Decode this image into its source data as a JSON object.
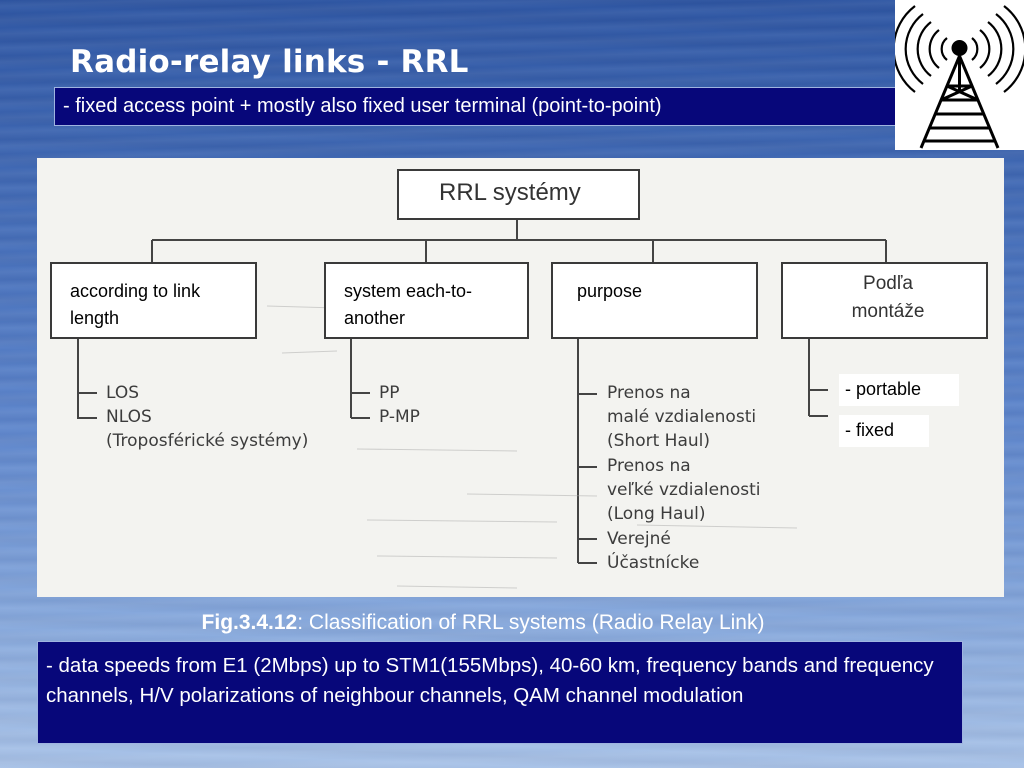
{
  "slide": {
    "title": "Radio-relay links  - RRL",
    "subtitle": "- fixed access point + mostly also fixed user terminal (point-to-point)",
    "logo_icon": "radio-tower-icon"
  },
  "diagram": {
    "root": "RRL systémy",
    "categories": [
      {
        "label": "according to link length",
        "items": [
          "LOS",
          "NLOS",
          "(Troposférické systémy)"
        ]
      },
      {
        "label": "system each-to-another",
        "items": [
          "PP",
          "P-MP"
        ]
      },
      {
        "label": "purpose",
        "items": [
          "Prenos na",
          "malé vzdialenosti",
          "(Short Haul)",
          "Prenos na",
          "veľké vzdialenosti",
          "(Long Haul)",
          "Verejné",
          "Účastnícke"
        ]
      },
      {
        "label": "Podľa montáže",
        "items": [
          "- portable",
          "- fixed"
        ]
      }
    ]
  },
  "caption": {
    "fig": "Fig.3.4.12",
    "text": ": Classification of  RRL systems (Radio Relay Link)"
  },
  "notes": {
    "text": "- data speeds from E1 (2Mbps) up to STM1(155Mbps), 40-60 km, frequency bands and frequency channels,  H/V polarizations of neighbour channels, QAM channel modulation"
  },
  "colors": {
    "panel": "#07077a",
    "background": "#4a73bd",
    "diagram_bg": "#f3f3f0"
  }
}
